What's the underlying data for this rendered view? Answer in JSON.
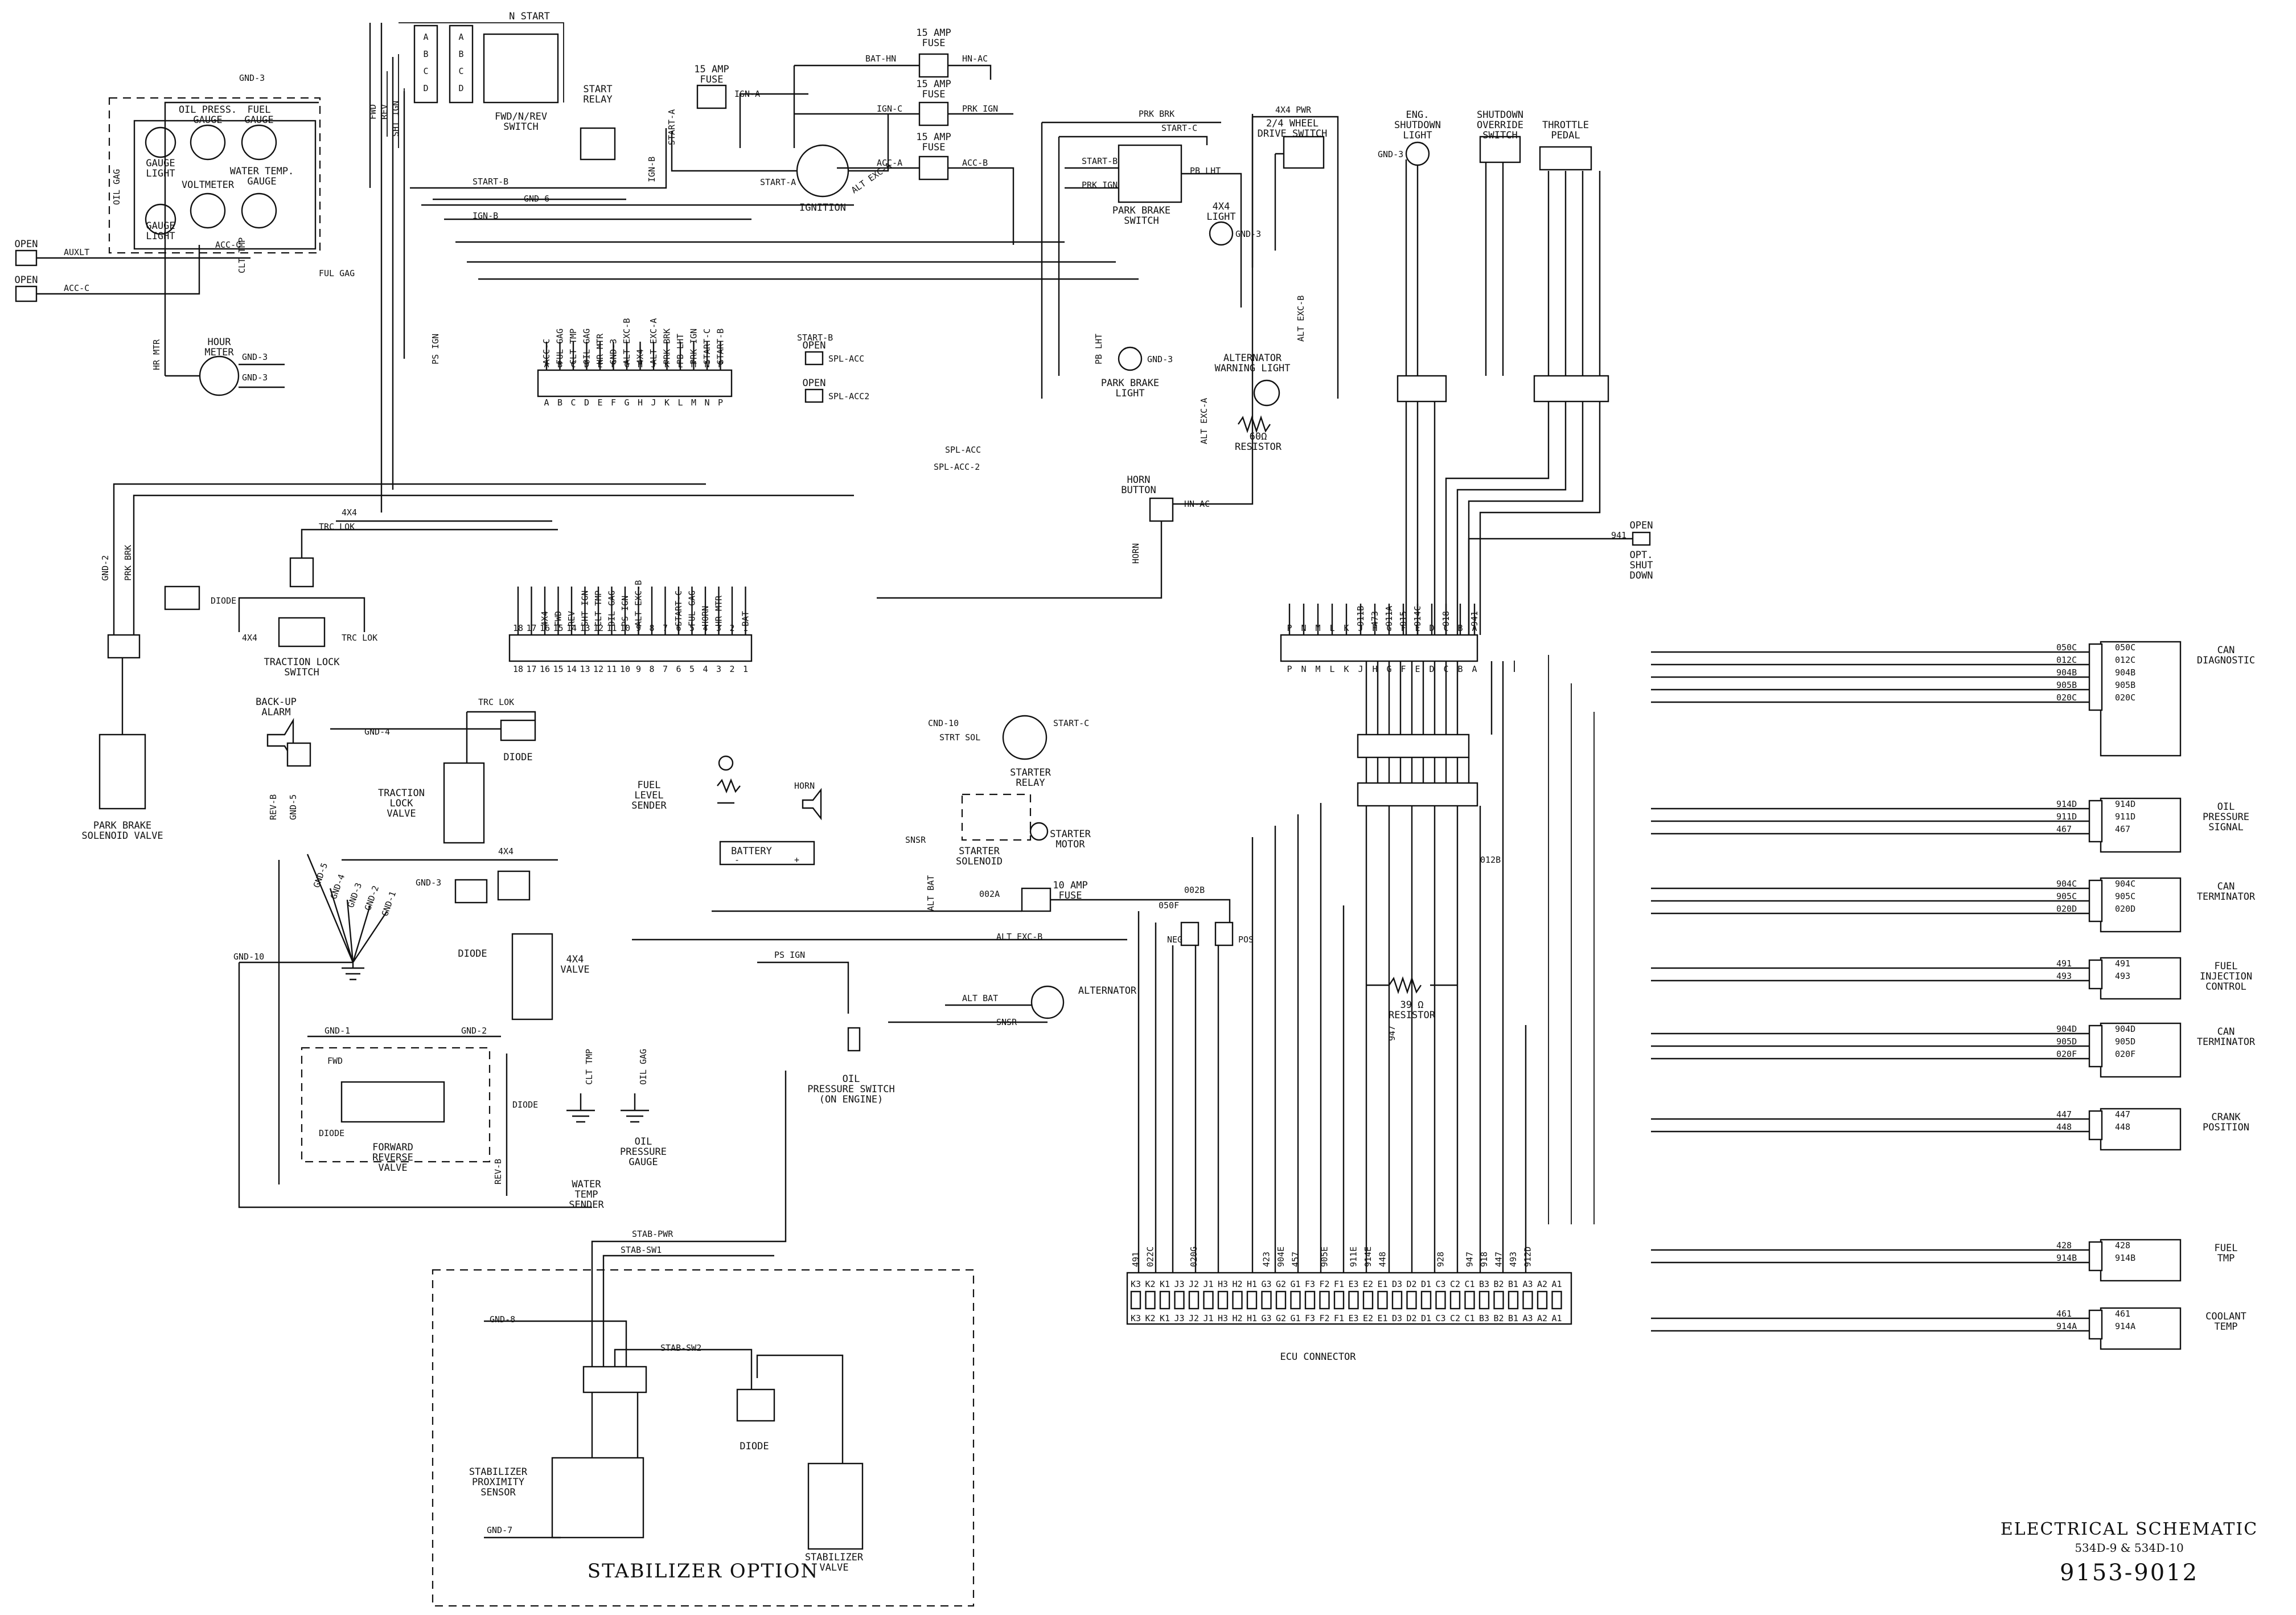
{
  "title_block": {
    "title": "ELECTRICAL SCHEMATIC",
    "models": "534D-9 & 534D-10",
    "number": "9153-9012"
  },
  "stabilizer_option": {
    "label": "STABILIZER OPTION"
  },
  "components": {
    "n_start": "N START",
    "fnr_switch": [
      "FWD/N/REV",
      "SWITCH"
    ],
    "start_relay": [
      "START",
      "RELAY"
    ],
    "fuse_ign": [
      "15 AMP",
      "FUSE"
    ],
    "fuse_hn": [
      "15 AMP",
      "FUSE"
    ],
    "fuse_prk": [
      "15 AMP",
      "FUSE"
    ],
    "fuse_acc": [
      "15 AMP",
      "FUSE"
    ],
    "ignition": "IGNITION",
    "eng_shutdown_light": [
      "ENG.",
      "SHUTDOWN",
      "LIGHT"
    ],
    "shutdown_override": [
      "SHUTDOWN",
      "OVERRIDE",
      "SWITCH"
    ],
    "throttle_pedal": [
      "THROTTLE",
      "PEDAL"
    ],
    "park_brake_switch": [
      "PARK BRAKE",
      "SWITCH"
    ],
    "wheel_drive_switch": [
      "2/4 WHEEL",
      "DRIVE SWITCH"
    ],
    "light_4x4": [
      "4X4",
      "LIGHT"
    ],
    "park_brake_light": [
      "PARK BRAKE",
      "LIGHT"
    ],
    "alt_warning_light": [
      "ALTERNATOR",
      "WARNING LIGHT"
    ],
    "resistor_60": [
      "60Ω",
      "RESISTOR"
    ],
    "horn_button": [
      "HORN",
      "BUTTON"
    ],
    "hour_meter": [
      "HOUR",
      "METER"
    ],
    "oil_press_gauge": [
      "OIL PRESS.",
      "GAUGE"
    ],
    "fuel_gauge": [
      "FUEL",
      "GAUGE"
    ],
    "gauge_light_1": [
      "GAUGE",
      "LIGHT"
    ],
    "gauge_light_2": [
      "GAUGE",
      "LIGHT"
    ],
    "voltmeter": "VOLTMETER",
    "water_temp_gauge": [
      "WATER TEMP.",
      "GAUGE"
    ],
    "diode": "DIODE",
    "park_brake_valve": [
      "PARK BRAKE",
      "SOLENOID VALVE"
    ],
    "traction_lock_switch": [
      "TRACTION LOCK",
      "SWITCH"
    ],
    "backup_alarm": [
      "BACK-UP",
      "ALARM"
    ],
    "traction_lock_valve": [
      "TRACTION",
      "LOCK",
      "VALVE"
    ],
    "valve_4x4": [
      "4X4",
      "VALVE"
    ],
    "fnr_valve": [
      "FORWARD",
      "REVERSE",
      "VALVE"
    ],
    "water_temp_sender": [
      "WATER",
      "TEMP",
      "SENDER"
    ],
    "oil_pressure_gauge": [
      "OIL",
      "PRESSURE",
      "GAUGE"
    ],
    "fuel_level_sender": [
      "FUEL",
      "LEVEL",
      "SENDER"
    ],
    "horn": "HORN",
    "battery": "BATTERY",
    "starter_relay": [
      "STARTER",
      "RELAY"
    ],
    "starter_solenoid": [
      "STARTER",
      "SOLENOID"
    ],
    "starter_motor": [
      "STARTER",
      "MOTOR"
    ],
    "fuse_10": [
      "10 AMP",
      "FUSE"
    ],
    "alternator": "ALTERNATOR",
    "oil_pressure_switch": [
      "OIL",
      "PRESSURE SWITCH",
      "(ON ENGINE)"
    ],
    "stab_sensor": [
      "STABILIZER",
      "PROXIMITY",
      "SENSOR"
    ],
    "stab_valve": [
      "STABILIZER",
      "VALVE"
    ],
    "resistor_39": [
      "39 Ω",
      "RESISTOR"
    ],
    "ecu_connector": "ECU CONNECTOR",
    "opt_shutdown": [
      "OPT.",
      "SHUT",
      "DOWN"
    ],
    "can_diagnostic": [
      "CAN",
      "DIAGNOSTIC"
    ],
    "oil_pressure_signal": [
      "OIL",
      "PRESSURE",
      "SIGNAL"
    ],
    "can_terminator_1": [
      "CAN",
      "TERMINATOR"
    ],
    "fuel_injection_control": [
      "FUEL",
      "INJECTION",
      "CONTROL"
    ],
    "can_terminator_2": [
      "CAN",
      "TERMINATOR"
    ],
    "crank_position": [
      "CRANK",
      "POSITION"
    ],
    "fuel_temp": [
      "FUEL",
      "TMP"
    ],
    "coolant_temp": [
      "COOLANT",
      "TEMP"
    ],
    "open_1": "OPEN",
    "open_2": "OPEN",
    "open_3": "OPEN",
    "open_4": "OPEN",
    "open_5": "OPEN"
  },
  "wire_labels": {
    "auxlt": "AUXLT",
    "acc_c": "ACC-C",
    "gnd3": "GND-3",
    "oil_gag": "OIL GAG",
    "ful_gag": "FUL GAG",
    "clt_tmp": "CLT TMP",
    "hr_mtr": "HR MTR",
    "fwd": "FWD",
    "rev": "REV",
    "sht_ign": "SHT IGN",
    "start_b": "START-B",
    "gnd6": "GND-6",
    "ign_b": "IGN-B",
    "ign_a": "IGN-A",
    "start_a": "START-A",
    "bat_hn": "BAT-HN",
    "hn_ac": "HN-AC",
    "ign_c": "IGN-C",
    "prk_ign": "PRK IGN",
    "acc_a": "ACC-A",
    "acc_b": "ACC-B",
    "alt_exc_a": "ALT EXC-A",
    "prk_brk": "PRK BRK",
    "start_c": "START-C",
    "pb_lht": "PB LHT",
    "pwr_4x4": "4X4 PWR",
    "spl_acc": "SPL-ACC",
    "spl_acc2": "SPL-ACC2",
    "spl_acc_2": "SPL-ACC-2",
    "alt_exc_b": "ALT EXC-B",
    "ps_ign": "PS IGN",
    "trc_lok": "TRC LOK",
    "x4": "4X4",
    "bat": "BAT",
    "horn_w": "HORN",
    "gnd10": "GND-10",
    "gnd2": "GND-2",
    "gnd4": "GND-4",
    "gnd5": "GND-5",
    "gnd1": "GND-1",
    "rev_b": "REV-B",
    "cnd10": "CND-10",
    "strt_sol": "STRT SOL",
    "snsr": "SNSR",
    "alt_bat": "ALT BAT",
    "c002a": "002A",
    "c050f": "050F",
    "c002b": "002B",
    "neg": "NEG",
    "pos": "POS",
    "c012b": "012B",
    "stab_pwr": "STAB-PWR",
    "stab_sw1": "STAB-SW1",
    "stab_sw2": "STAB-SW2",
    "gnd8": "GND-8",
    "gnd7": "GND-7",
    "c941": "941",
    "c947": "947"
  },
  "ecu_pins": [
    "K3",
    "K2",
    "K1",
    "J3",
    "J2",
    "J1",
    "H3",
    "H2",
    "H1",
    "G3",
    "G2",
    "G1",
    "F3",
    "F2",
    "F1",
    "E3",
    "E2",
    "E1",
    "D3",
    "D2",
    "D1",
    "C3",
    "C2",
    "C1",
    "B3",
    "B2",
    "B1",
    "A3",
    "A2",
    "A1"
  ],
  "ecu_wires": [
    "491",
    "022C",
    "",
    "",
    "020G",
    "",
    "",
    "",
    "",
    "423",
    "904E",
    "457",
    "",
    "905E",
    "",
    "911E",
    "914E",
    "448",
    "",
    "",
    "",
    "928",
    "",
    "947",
    "918",
    "447",
    "493",
    "912D",
    "",
    ""
  ],
  "dash_conn_pins": [
    "A",
    "B",
    "C",
    "D",
    "E",
    "F",
    "G",
    "H",
    "J",
    "K",
    "L",
    "M",
    "N",
    "P"
  ],
  "dash_conn_wires": [
    "ACC-C",
    "FUL GAG",
    "CLT TMP",
    "OIL GAG",
    "HR MTR",
    "GND-3",
    "ALT EXC-B",
    "4X4",
    "ALT EXC-A",
    "PRK BRK",
    "PB LHT",
    "PRK IGN",
    "START-C",
    "START-B"
  ],
  "main_conn_pins": [
    "18",
    "17",
    "16",
    "15",
    "14",
    "13",
    "12",
    "11",
    "10",
    "9",
    "8",
    "7",
    "6",
    "5",
    "4",
    "3",
    "2",
    "1"
  ],
  "main_conn_wires": [
    "",
    "",
    "4X4",
    "FWD",
    "REV",
    "SHT IGN",
    "CLT TMP",
    "OIL GAG",
    "PS IGN",
    "ALT EXC-B",
    "",
    "",
    "START-C",
    "FUL GAG",
    "HORN",
    "HR MTR",
    "",
    "BAT"
  ],
  "eng_conn_pins": [
    "P",
    "N",
    "M",
    "L",
    "K",
    "J",
    "H",
    "G",
    "F",
    "E",
    "D",
    "C",
    "B",
    "A"
  ],
  "eng_conn_wires": [
    "",
    "",
    "",
    "",
    "",
    "911B",
    "473",
    "911A",
    "915",
    "914C",
    "",
    "918",
    "",
    "941"
  ],
  "right_connectors": [
    {
      "wires": [
        "050C",
        "012C",
        "904B",
        "905B",
        "020C"
      ],
      "name_key": "can_diagnostic"
    },
    {
      "wires": [
        "914D",
        "911D",
        "467"
      ],
      "name_key": "oil_pressure_signal"
    },
    {
      "wires": [
        "904C",
        "905C",
        "020D"
      ],
      "name_key": "can_terminator_1"
    },
    {
      "wires": [
        "491",
        "493"
      ],
      "name_key": "fuel_injection_control"
    },
    {
      "wires": [
        "904D",
        "905D",
        "020F"
      ],
      "name_key": "can_terminator_2"
    },
    {
      "wires": [
        "447",
        "448"
      ],
      "name_key": "crank_position"
    },
    {
      "wires": [
        "428",
        "914B"
      ],
      "name_key": "fuel_temp"
    },
    {
      "wires": [
        "461",
        "914A"
      ],
      "name_key": "coolant_temp"
    }
  ]
}
